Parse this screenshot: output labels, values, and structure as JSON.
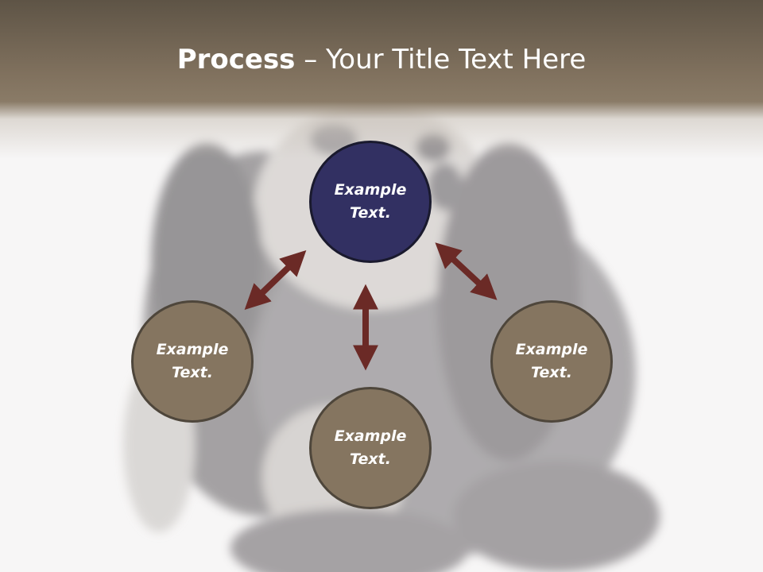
{
  "slide": {
    "title_bold": "Process",
    "title_rest": " – Your Title Text Here"
  },
  "nodes": {
    "top": "Example Text.",
    "left": "Example Text.",
    "right": "Example Text.",
    "bottom": "Example Text."
  },
  "colors": {
    "header": "#7f705d",
    "top_node": "#323062",
    "other_nodes": "#857560",
    "arrows": "#6b2a26"
  },
  "background_image": "panda-photo"
}
